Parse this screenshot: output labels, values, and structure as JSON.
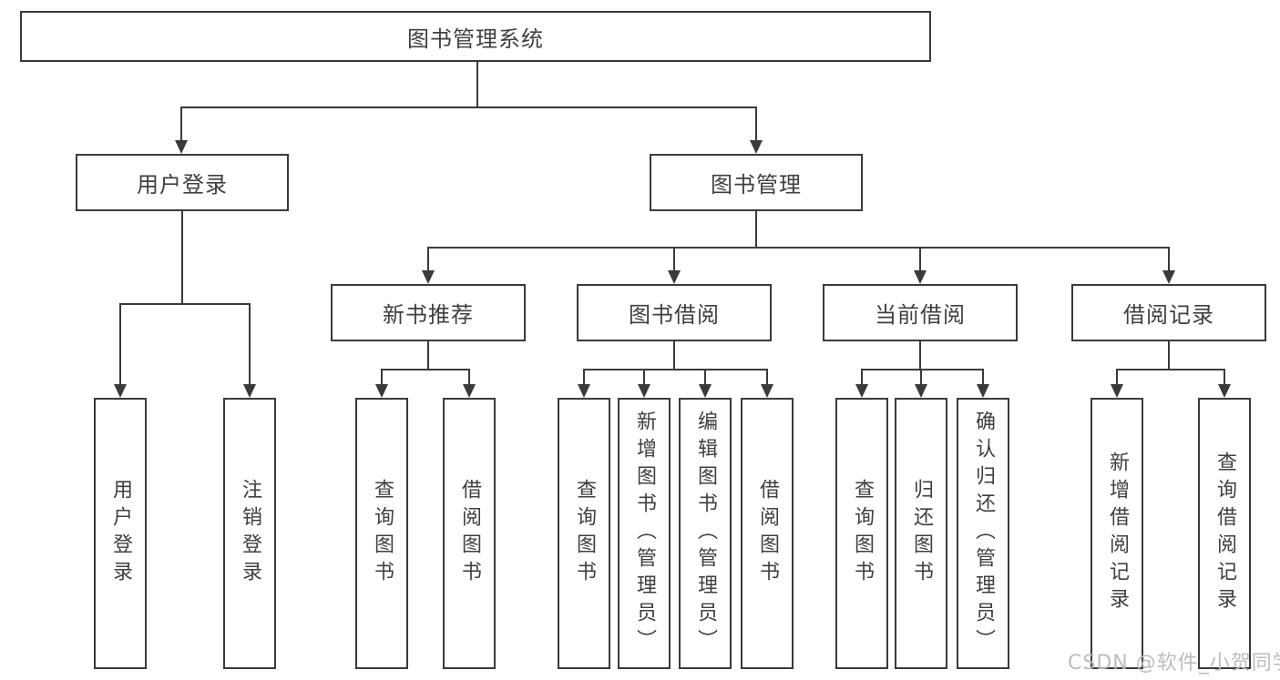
{
  "tree": {
    "root": {
      "label": "图书管理系统"
    },
    "branches": [
      {
        "label": "用户登录",
        "children": [
          {
            "label": "用户登录"
          },
          {
            "label": "注销登录"
          }
        ]
      },
      {
        "label": "图书管理",
        "sections": [
          {
            "label": "新书推荐",
            "children": [
              {
                "label": "查询图书"
              },
              {
                "label": "借阅图书"
              }
            ]
          },
          {
            "label": "图书借阅",
            "children": [
              {
                "label": "查询图书"
              },
              {
                "label": "新增图书（管理员）"
              },
              {
                "label": "编辑图书（管理员）"
              },
              {
                "label": "借阅图书"
              }
            ]
          },
          {
            "label": "当前借阅",
            "children": [
              {
                "label": "查询图书"
              },
              {
                "label": "归还图书"
              },
              {
                "label": "确认归还（管理员）"
              }
            ]
          },
          {
            "label": "借阅记录",
            "children": [
              {
                "label": "新增借阅记录"
              },
              {
                "label": "查询借阅记录"
              }
            ]
          }
        ]
      }
    ]
  },
  "watermark": {
    "text": "CSDN @软件_小贺同学"
  },
  "colors": {
    "line": "#3a3a3a",
    "text": "#3f3f3f",
    "background": "#ffffff",
    "watermark": "#b9b9b9"
  }
}
